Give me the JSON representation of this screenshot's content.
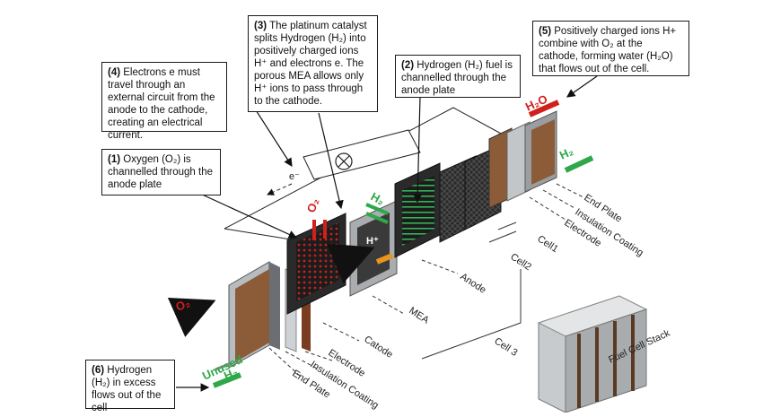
{
  "callouts": {
    "c1": {
      "num": "(1)",
      "text": "Oxygen (O₂) is channelled through the anode plate"
    },
    "c2": {
      "num": "(2)",
      "text": "Hydrogen (H₂) fuel is channelled through the anode plate"
    },
    "c3": {
      "num": "(3)",
      "text": "The platinum catalyst splits Hydrogen (H₂) into positively charged ions H⁺ and electrons e. The porous MEA allows only H⁺ ions to pass through to the cathode."
    },
    "c4": {
      "num": "(4)",
      "text": "Electrons e must travel through an external circuit from the anode to the cathode, creating an electrical current."
    },
    "c5": {
      "num": "(5)",
      "text": "Positively charged ions H+ combine with O₂ at the cathode, forming water (H₂O) that flows out of the cell."
    },
    "c6": {
      "num": "(6)",
      "text": "Hydrogen (H₂) in excess flows out of the cell"
    }
  },
  "flows": {
    "o2_left": "O₂",
    "o2_top": "O₂",
    "h2_mid": "H₂",
    "h2_right": "H₂",
    "h2o": "H₂O",
    "unused": "Unused",
    "h2_out": "H₂",
    "h_plus": "H⁺",
    "electron": "e⁻"
  },
  "labels": {
    "end_plate_left": "End Plate",
    "insulation_left": "Insulation Coating",
    "electrode_left": "Electrode",
    "catode": "Catode",
    "mea": "MEA",
    "anode": "Anode",
    "cell3": "Cell 3",
    "cell2": "Cell2",
    "cell1": "Cell1",
    "electrode_right": "Electrode",
    "insulation_right": "Insulation Coating",
    "end_plate_right": "End Plate",
    "stack": "Fuel Cell Stack"
  },
  "colors": {
    "oxygen": "#d0201c",
    "hydrogen": "#2ea84a",
    "electron_arrow": "#e8941f",
    "plate_dark": "#2a2a2a"
  }
}
